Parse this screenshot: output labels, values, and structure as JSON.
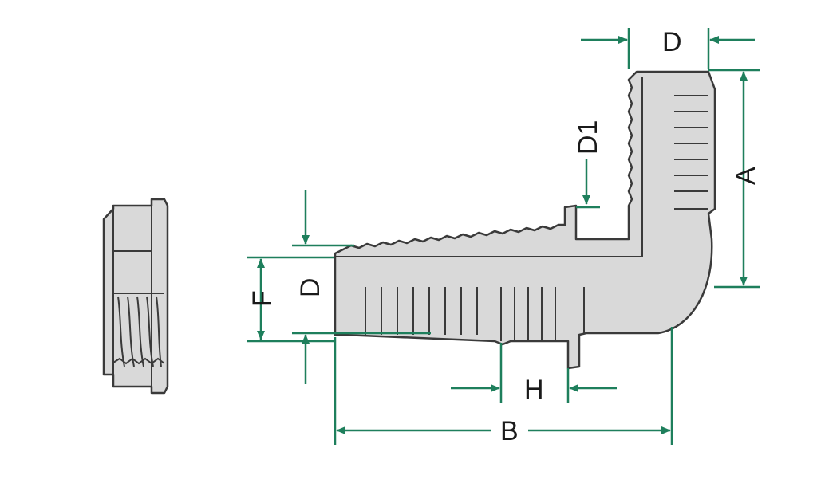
{
  "diagram": {
    "dimension_labels": {
      "top_d": "D",
      "d1": "D1",
      "a": "A",
      "f": "F",
      "left_d": "D",
      "h": "H",
      "b": "B"
    },
    "colors": {
      "dimension_lines": "#1e7f5c",
      "part_fill": "#d9d9d9",
      "outline": "#3a3a3a"
    }
  }
}
